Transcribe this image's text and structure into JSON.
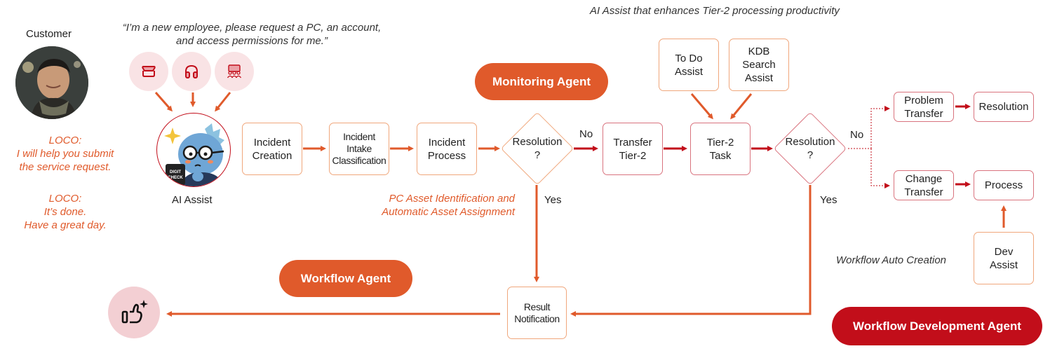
{
  "header": {
    "tier2_caption": "AI Assist that enhances Tier-2 processing productivity"
  },
  "customer": {
    "label": "Customer",
    "avatar": "customer-photo",
    "request_quote": "“I’m a new employee, please request a PC, an account,\nand access permissions for me.”"
  },
  "loco": {
    "message_1": "LOCO:\nI will help you submit\nthe service request.",
    "message_2": "LOCO:\nIt’s done.\nHave a great day."
  },
  "channels": [
    {
      "icon": "mail-icon"
    },
    {
      "icon": "headset-icon"
    },
    {
      "icon": "meeting-icon"
    }
  ],
  "ai_assist": {
    "label": "AI Assist",
    "badge_text": "DIGIT\nCHECK"
  },
  "flow": {
    "incident_creation": "Incident\nCreation",
    "incident_intake": "Incident\nIntake\nClassification",
    "incident_process": "Incident\nProcess",
    "decision_1": "Resolution\n?",
    "decision_1_no": "No",
    "decision_1_yes": "Yes",
    "transfer_tier2": "Transfer\nTier-2",
    "tier2_task": "Tier-2\nTask",
    "todo_assist": "To Do\nAssist",
    "kdb_assist": "KDB\nSearch\nAssist",
    "decision_2": "Resolution\n?",
    "decision_2_no": "No",
    "decision_2_yes": "Yes",
    "problem_transfer": "Problem\nTransfer",
    "resolution": "Resolution",
    "change_transfer": "Change\nTransfer",
    "process": "Process",
    "dev_assist": "Dev\nAssist",
    "result_notification": "Result\nNotification"
  },
  "notes": {
    "asset_note": "PC Asset Identification and\nAutomatic Asset Assignment",
    "workflow_auto": "Workflow Auto Creation"
  },
  "agents": {
    "monitoring": "Monitoring Agent",
    "workflow": "Workflow Agent",
    "workflow_dev": "Workflow Development Agent"
  },
  "colors": {
    "orange": "#e05a2b",
    "red": "#c20e1a",
    "orange_border": "#f0a77c",
    "red_border": "#d9737e",
    "pink_bg": "#f9e3e5"
  }
}
